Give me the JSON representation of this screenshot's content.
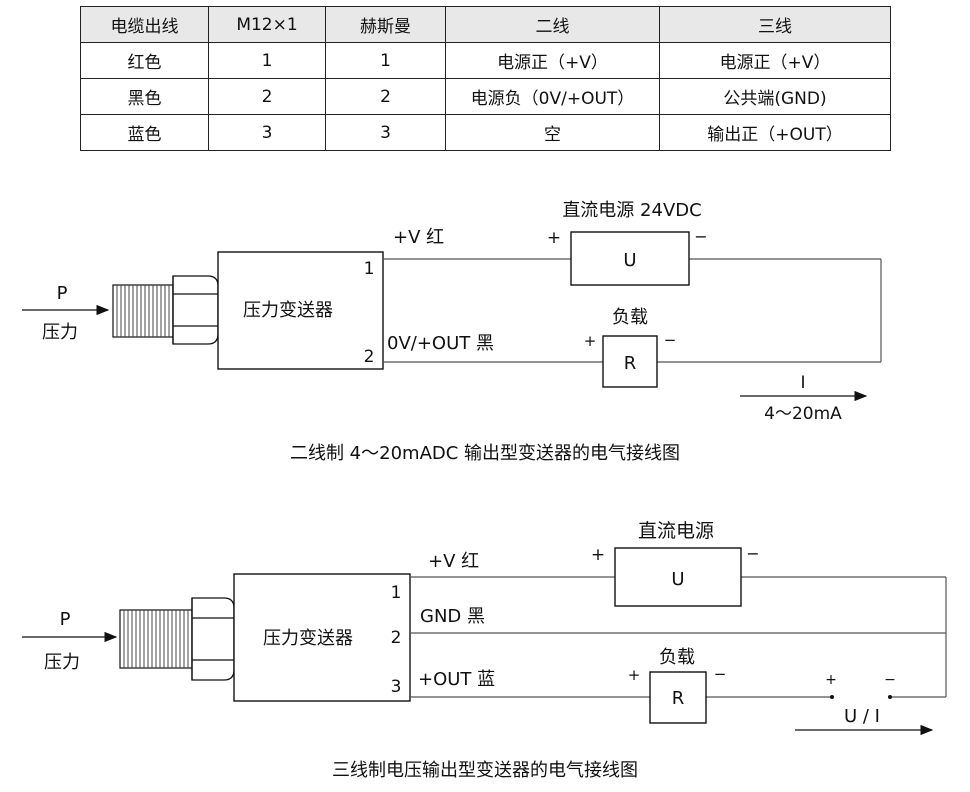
{
  "table": {
    "headers": [
      "电缆出线",
      "M12×1",
      "赫斯曼",
      "二线",
      "三线"
    ],
    "rows": [
      [
        "红色",
        "1",
        "1",
        "电源正（+V）",
        "电源正（+V）"
      ],
      [
        "黑色",
        "2",
        "2",
        "电源负（0V/+OUT）",
        "公共端(GND)"
      ],
      [
        "蓝色",
        "3",
        "3",
        "空",
        "输出正（+OUT）"
      ]
    ]
  },
  "two_wire": {
    "pressure_symbol": "P",
    "pressure_label": "压力",
    "transmitter_label": "压力变送器",
    "pin1": "1",
    "pin2": "2",
    "wire1_label": "+V  红",
    "wire2_label": "0V/+OUT 黑",
    "power_label": "直流电源 24VDC",
    "power_box": "U",
    "plus": "+",
    "minus": "−",
    "load_label": "负载",
    "load_box": "R",
    "current_symbol": "I",
    "current_range": "4～20mA",
    "caption": "二线制 4～20mADC  输出型变送器的电气接线图"
  },
  "three_wire": {
    "pressure_symbol": "P",
    "pressure_label": "压力",
    "transmitter_label": "压力变送器",
    "pin1": "1",
    "pin2": "2",
    "pin3": "3",
    "wire1_label": "+V   红",
    "wire2_label": "GND  黑",
    "wire3_label": "+OUT 蓝",
    "power_label": "直流电源",
    "power_box": "U",
    "plus": "+",
    "minus": "−",
    "load_label": "负载",
    "load_box": "R",
    "meter_label": "U / I",
    "caption": "三线制电压输出型变送器的电气接线图"
  }
}
